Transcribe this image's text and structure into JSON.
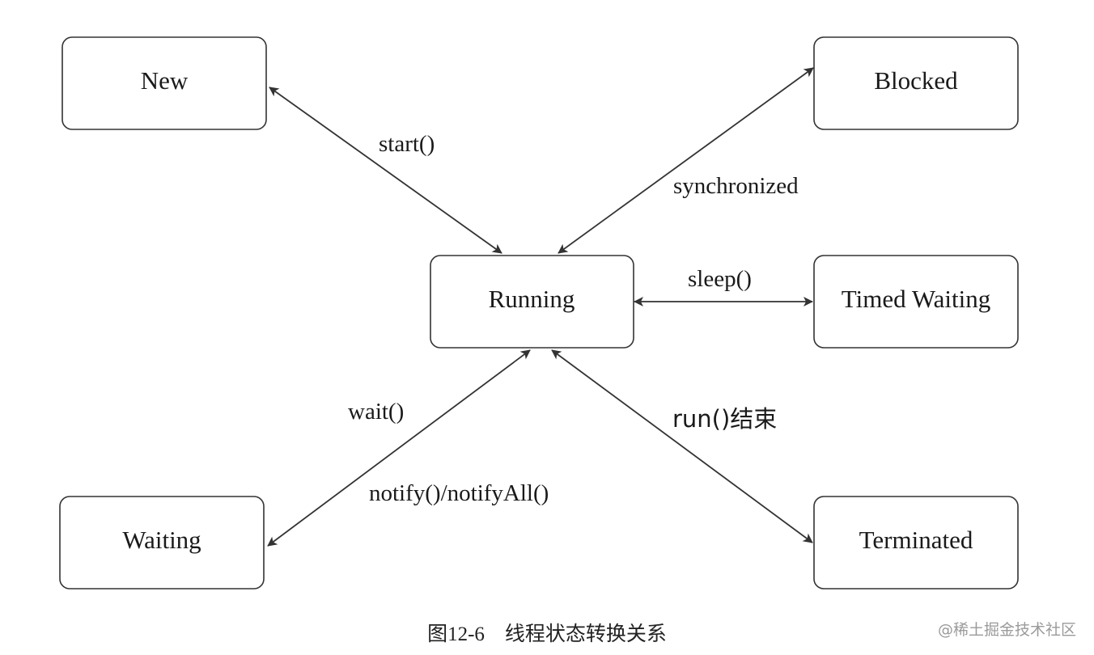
{
  "states": {
    "new": "New",
    "blocked": "Blocked",
    "running": "Running",
    "timed_waiting": "Timed Waiting",
    "waiting": "Waiting",
    "terminated": "Terminated"
  },
  "transitions": {
    "start": "start()",
    "synchronized": "synchronized",
    "sleep": "sleep()",
    "wait": "wait()",
    "notify": "notify()/notifyAll()",
    "run_end": "run()结束"
  },
  "caption": "图12-6    线程状态转换关系",
  "watermark": "@稀土掘金技术社区",
  "colors": {
    "stroke": "#333333",
    "text": "#1a1a1a",
    "watermark": "#9a9a9a"
  }
}
